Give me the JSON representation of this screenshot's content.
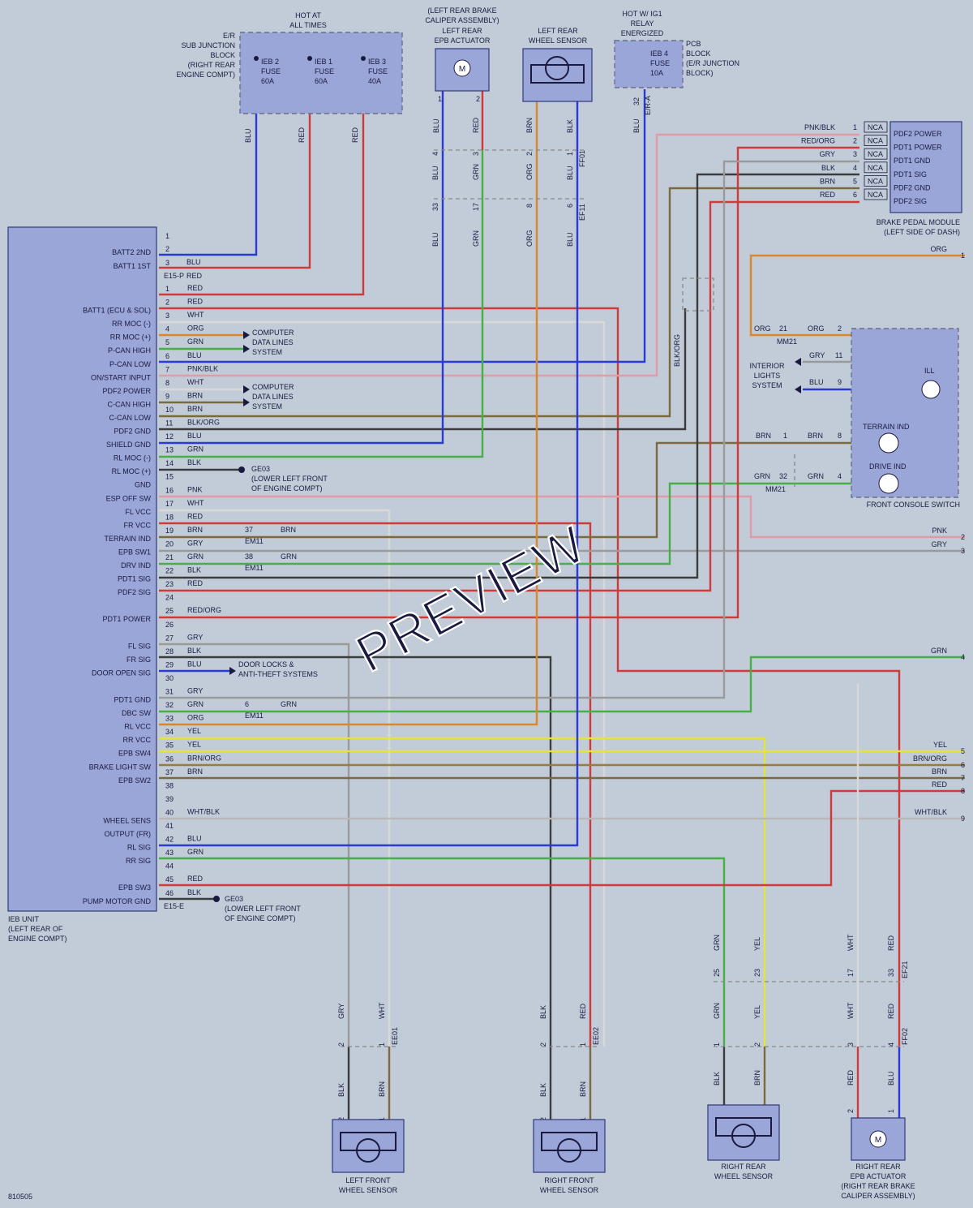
{
  "colors": {
    "background": "#c2ccd8",
    "component_fill": "#9aa6d8",
    "BLU": "#2a3ad6",
    "RED": "#d03a3a",
    "GRN": "#46b046",
    "BLK": "#3c3c3c",
    "BRN": "#7a6a3c",
    "ORG": "#d8882a",
    "GRY": "#9a9a9a",
    "WHT": "#e0e0e0",
    "YEL": "#e4e43c",
    "PNK": "#e09aa8"
  },
  "watermark": "PREVIEW",
  "figure_code": "810505",
  "ieb_unit": {
    "title_lines": [
      "IEB UNIT",
      "(LEFT REAR OF",
      "ENGINE COMPT)"
    ],
    "connector_p": "E15-P",
    "connector_e": "E15-E",
    "pins_p": [
      {
        "num": "1",
        "func": "",
        "wire": ""
      },
      {
        "num": "2",
        "func": "BATT2 2ND",
        "wire": "BLU"
      },
      {
        "num": "3",
        "func": "BATT1 1ST",
        "wire": "RED"
      }
    ],
    "pins_e": [
      {
        "num": "1",
        "func": "",
        "wire": "RED"
      },
      {
        "num": "2",
        "func": "BATT1 (ECU & SOL)",
        "wire": "RED"
      },
      {
        "num": "3",
        "func": "RR MOC (-)",
        "wire": "WHT"
      },
      {
        "num": "4",
        "func": "RR MOC (+)",
        "wire": "ORG"
      },
      {
        "num": "5",
        "func": "P-CAN HIGH",
        "wire": "GRN"
      },
      {
        "num": "6",
        "func": "P-CAN LOW",
        "wire": "BLU"
      },
      {
        "num": "7",
        "func": "ON/START INPUT",
        "wire": "PNK/BLK"
      },
      {
        "num": "8",
        "func": "PDF2 POWER",
        "wire": "WHT"
      },
      {
        "num": "9",
        "func": "C-CAN HIGH",
        "wire": "BRN"
      },
      {
        "num": "10",
        "func": "C-CAN LOW",
        "wire": "BRN"
      },
      {
        "num": "11",
        "func": "PDF2 GND",
        "wire": "BLK/ORG"
      },
      {
        "num": "12",
        "func": "SHIELD GND",
        "wire": "BLU"
      },
      {
        "num": "13",
        "func": "RL MOC (-)",
        "wire": "GRN"
      },
      {
        "num": "14",
        "func": "RL MOC (+)",
        "wire": "BLK"
      },
      {
        "num": "15",
        "func": "GND",
        "wire": ""
      },
      {
        "num": "16",
        "func": "ESP OFF SW",
        "wire": "PNK"
      },
      {
        "num": "17",
        "func": "FL VCC",
        "wire": "WHT"
      },
      {
        "num": "18",
        "func": "FR VCC",
        "wire": "RED"
      },
      {
        "num": "19",
        "func": "TERRAIN IND",
        "wire": "BRN"
      },
      {
        "num": "20",
        "func": "EPB SW1",
        "wire": "GRY"
      },
      {
        "num": "21",
        "func": "DRV IND",
        "wire": "GRN"
      },
      {
        "num": "22",
        "func": "PDT1 SIG",
        "wire": "BLK"
      },
      {
        "num": "23",
        "func": "PDF2 SIG",
        "wire": "RED"
      },
      {
        "num": "24",
        "func": "",
        "wire": ""
      },
      {
        "num": "25",
        "func": "PDT1 POWER",
        "wire": "RED/ORG"
      },
      {
        "num": "26",
        "func": "",
        "wire": ""
      },
      {
        "num": "27",
        "func": "FL SIG",
        "wire": "GRY"
      },
      {
        "num": "28",
        "func": "FR SIG",
        "wire": "BLK"
      },
      {
        "num": "29",
        "func": "DOOR OPEN SIG",
        "wire": "BLU"
      },
      {
        "num": "30",
        "func": "",
        "wire": ""
      },
      {
        "num": "31",
        "func": "PDT1 GND",
        "wire": "GRY"
      },
      {
        "num": "32",
        "func": "DBC SW",
        "wire": "GRN"
      },
      {
        "num": "33",
        "func": "RL VCC",
        "wire": "ORG"
      },
      {
        "num": "34",
        "func": "RR VCC",
        "wire": "YEL"
      },
      {
        "num": "35",
        "func": "EPB SW4",
        "wire": "YEL"
      },
      {
        "num": "36",
        "func": "BRAKE LIGHT SW",
        "wire": "BRN/ORG"
      },
      {
        "num": "37",
        "func": "EPB SW2",
        "wire": "BRN"
      },
      {
        "num": "38",
        "func": "",
        "wire": ""
      },
      {
        "num": "39",
        "func": "",
        "wire": ""
      },
      {
        "num": "40",
        "func": "WHEEL SENS",
        "wire": "WHT/BLK"
      },
      {
        "num": "41",
        "func": "OUTPUT (FR)",
        "wire": ""
      },
      {
        "num": "42",
        "func": "RL SIG",
        "wire": "BLU"
      },
      {
        "num": "43",
        "func": "RR SIG",
        "wire": "GRN"
      },
      {
        "num": "44",
        "func": "",
        "wire": ""
      },
      {
        "num": "45",
        "func": "EPB SW3",
        "wire": "RED"
      },
      {
        "num": "46",
        "func": "PUMP MOTOR GND",
        "wire": "BLK"
      }
    ]
  },
  "fuse_block": {
    "top_lines": [
      "HOT AT",
      "ALL TIMES"
    ],
    "side_lines": [
      "E/R",
      "SUB JUNCTION",
      "BLOCK",
      "(RIGHT REAR",
      "ENGINE COMPT)"
    ],
    "fuses": [
      {
        "lines": [
          "IEB 2",
          "FUSE",
          "60A"
        ],
        "wire": "BLU"
      },
      {
        "lines": [
          "IEB 1",
          "FUSE",
          "60A"
        ],
        "wire": "RED"
      },
      {
        "lines": [
          "IEB 3",
          "FUSE",
          "40A"
        ],
        "wire": "RED"
      }
    ]
  },
  "left_rear_epb": {
    "lines": [
      "(LEFT REAR BRAKE",
      "CALIPER ASSEMBLY)",
      "LEFT REAR",
      "EPB ACTUATOR"
    ],
    "motor": "M",
    "pins": [
      {
        "num": "1",
        "wire": "BLU"
      },
      {
        "num": "2",
        "wire": "RED"
      }
    ]
  },
  "left_rear_sensor": {
    "lines": [
      "LEFT REAR",
      "WHEEL SENSOR"
    ],
    "pins": [
      {
        "num": "1",
        "wire": "BRN"
      },
      {
        "num": "2",
        "wire": "BLK"
      }
    ]
  },
  "pcb_block": {
    "top_lines": [
      "HOT W/ IG1",
      "RELAY",
      "ENERGIZED"
    ],
    "fuse_lines": [
      "IEB 4",
      "FUSE",
      "10A"
    ],
    "side_lines": [
      "PCB",
      "BLOCK",
      "(E/R JUNCTION",
      "BLOCK)"
    ],
    "pin": "32",
    "connector": "E/R-A",
    "wire": "BLU"
  },
  "junction_ff01": {
    "connector": "FF01",
    "upper_pins": [
      {
        "num": "4",
        "wire_top": "BLU"
      },
      {
        "num": "3",
        "wire_top": "GRN"
      },
      {
        "num": "2",
        "wire_top": "ORG"
      },
      {
        "num": "1",
        "wire_top": "BLU"
      }
    ]
  },
  "junction_ef11": {
    "connector": "EF11",
    "pins": [
      {
        "num": "33",
        "wire": "BLU"
      },
      {
        "num": "17",
        "wire": "GRN"
      },
      {
        "num": "8",
        "wire": "ORG"
      },
      {
        "num": "6",
        "wire": "BLU"
      }
    ]
  },
  "brake_pedal_module": {
    "lines": [
      "BRAKE PEDAL MODULE",
      "(LEFT SIDE OF DASH)"
    ],
    "pins": [
      {
        "num": "1",
        "wire": "PNK/BLK",
        "nca": "NCA",
        "func": "PDF2 POWER"
      },
      {
        "num": "2",
        "wire": "RED/ORG",
        "nca": "NCA",
        "func": "PDT1 POWER"
      },
      {
        "num": "3",
        "wire": "GRY",
        "nca": "NCA",
        "func": "PDT1 GND"
      },
      {
        "num": "4",
        "wire": "BLK",
        "nca": "NCA",
        "func": "PDT1 SIG"
      },
      {
        "num": "5",
        "wire": "BRN",
        "nca": "NCA",
        "func": "PDF2 GND"
      },
      {
        "num": "6",
        "wire": "RED",
        "nca": "NCA",
        "func": "PDF2 SIG"
      }
    ]
  },
  "front_console_switch": {
    "title": "FRONT CONSOLE SWITCH",
    "ill": "ILL",
    "terrain": "TERRAIN IND",
    "drive": "DRIVE IND",
    "interior_lines": [
      "INTERIOR",
      "LIGHTS",
      "SYSTEM"
    ],
    "connector": "MM21",
    "wires": {
      "orange_left": "ORG",
      "orange_left_pin": "21",
      "orange_right": "ORG",
      "orange_right_pin": "2",
      "gry": "GRY",
      "gry_pin": "11",
      "blu": "BLU",
      "blu_pin": "9",
      "brn_left": "BRN",
      "brn_left_pin": "1",
      "brn_right": "BRN",
      "brn_right_pin": "8",
      "grn_left": "GRN",
      "grn_left_pin": "32",
      "grn_right": "GRN",
      "grn_right_pin": "4"
    },
    "shield_wire": "BLK/ORG"
  },
  "data_line_refs": [
    {
      "lines": [
        "COMPUTER",
        "DATA LINES",
        "SYSTEM"
      ]
    },
    {
      "lines": [
        "COMPUTER",
        "DATA LINES",
        "SYSTEM"
      ]
    }
  ],
  "ground_refs": [
    {
      "code": "GE03",
      "lines": [
        "(LOWER LEFT FRONT",
        "OF ENGINE COMPT)"
      ]
    },
    {
      "code": "GE03",
      "lines": [
        "(LOWER LEFT FRONT",
        "OF ENGINE COMPT)"
      ]
    }
  ],
  "door_locks": {
    "lines": [
      "DOOR LOCKS &",
      "ANTI-THEFT SYSTEMS"
    ]
  },
  "em11_splices": [
    {
      "pin": "37",
      "connector": "EM11",
      "wire": "BRN"
    },
    {
      "pin": "38",
      "connector": "EM11",
      "wire": "GRN"
    },
    {
      "pin": "6",
      "connector": "EM11",
      "wire": "GRN"
    }
  ],
  "right_edge_outputs": [
    {
      "num": "1",
      "wire": "ORG"
    },
    {
      "num": "2",
      "wire": "PNK"
    },
    {
      "num": "3",
      "wire": "GRY"
    },
    {
      "num": "4",
      "wire": "GRN"
    },
    {
      "num": "5",
      "wire": "YEL"
    },
    {
      "num": "6",
      "wire": "BRN/ORG"
    },
    {
      "num": "7",
      "wire": "BRN"
    },
    {
      "num": "8",
      "wire": "RED"
    },
    {
      "num": "9",
      "wire": "WHT/BLK"
    }
  ],
  "bottom": {
    "ef21": {
      "connector": "EF21",
      "pins": [
        {
          "num": "25",
          "wire": "GRN"
        },
        {
          "num": "23",
          "wire": "YEL"
        },
        {
          "num": "17",
          "wire": "WHT"
        },
        {
          "num": "33",
          "wire": "RED"
        }
      ]
    },
    "ff02": {
      "connector": "FF02",
      "pins": [
        {
          "num": "1",
          "wire": "GRN"
        },
        {
          "num": "2",
          "wire": "YEL"
        },
        {
          "num": "3",
          "wire": "WHT"
        },
        {
          "num": "4",
          "wire": "RED"
        }
      ]
    },
    "ee01": {
      "connector": "EE01",
      "pins": [
        {
          "num": "2",
          "wire": "GRY"
        },
        {
          "num": "1",
          "wire": "WHT"
        }
      ]
    },
    "ee02": {
      "connector": "EE02",
      "pins": [
        {
          "num": "2",
          "wire": "BLK"
        },
        {
          "num": "1",
          "wire": "RED"
        }
      ]
    },
    "lf_sensor": {
      "lines": [
        "LEFT FRONT",
        "WHEEL SENSOR"
      ],
      "wires": [
        "BLK",
        "BRN"
      ],
      "pins": [
        "2",
        "1"
      ]
    },
    "rf_sensor": {
      "lines": [
        "RIGHT FRONT",
        "WHEEL SENSOR"
      ],
      "wires": [
        "BLK",
        "BRN"
      ],
      "pins": [
        "2",
        "1"
      ]
    },
    "rr_sensor": {
      "lines": [
        "RIGHT REAR",
        "WHEEL SENSOR"
      ],
      "wires": [
        "BLK",
        "BRN"
      ],
      "pins": [
        "1",
        "2"
      ]
    },
    "rr_epb": {
      "lines": [
        "RIGHT REAR",
        "EPB ACTUATOR",
        "(RIGHT REAR BRAKE",
        "CALIPER ASSEMBLY)"
      ],
      "wires": [
        "RED",
        "BLU"
      ],
      "pins": [
        "2",
        "1"
      ],
      "motor": "M"
    }
  }
}
